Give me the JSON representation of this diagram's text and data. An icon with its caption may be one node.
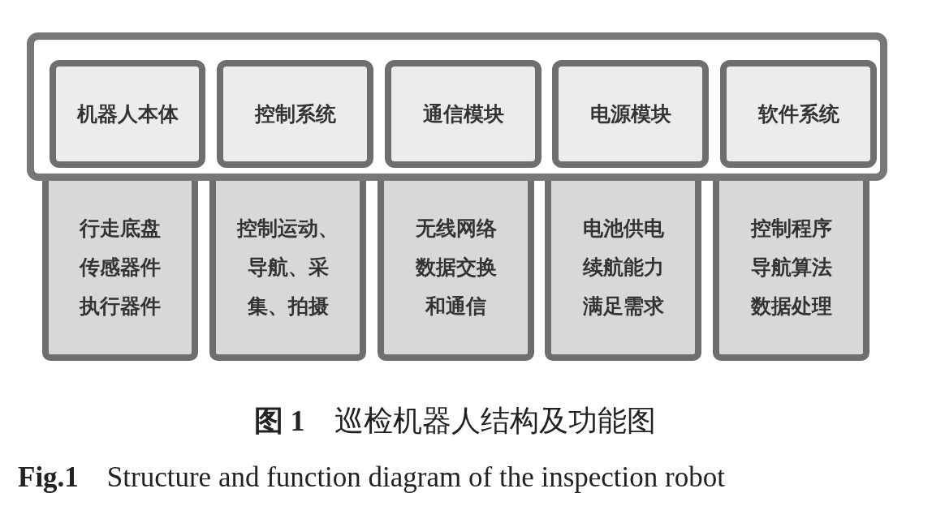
{
  "diagram": {
    "caption": "**图 1**　巡检机器人结构及功能图",
    "nodes": [
      {
        "text": [],
        "shape": "box"
      },
      {
        "text": [
          "机器人本体"
        ],
        "in": 0
      },
      {
        "text": [
          "控制系统"
        ],
        "in": 0
      },
      {
        "text": [
          "通信模块"
        ],
        "in": 0
      },
      {
        "text": [
          "电源模块"
        ],
        "in": 0
      },
      {
        "text": [
          "软件系统"
        ],
        "in": 0
      },
      {
        "text": [
          "行走底盘",
          "传感器件",
          "执行器件"
        ]
      },
      {
        "text": [
          "控制运动、导航、采集、拍摄"
        ]
      },
      {
        "text": [
          "无线网络",
          "数据交换",
          "和通信"
        ]
      },
      {
        "text": [
          "电池供电",
          "续航能力",
          "满足需求"
        ]
      },
      {
        "text": [
          "控制程序",
          "导航算法",
          "数据处理"
        ]
      }
    ],
    "edges": [],
    "labels": [
      "**Fig.1**　Structure and function diagram of the inspection robot"
    ]
  }
}
